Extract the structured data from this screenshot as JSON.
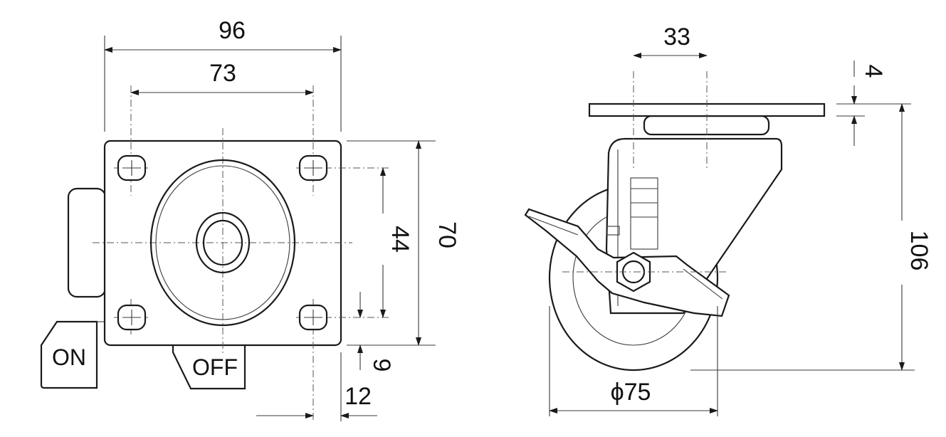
{
  "top_view": {
    "dims": {
      "plate_width": "96",
      "bolt_spacing_x": "73",
      "plate_length": "70",
      "bolt_spacing_y": "44",
      "edge_offset_y": "9",
      "edge_offset_x": "12"
    },
    "lever_labels": {
      "on": "ON",
      "off": "OFF"
    }
  },
  "side_view": {
    "dims": {
      "stem_offset": "33",
      "plate_thickness": "4",
      "total_height": "106",
      "wheel_diameter": "ϕ75"
    }
  }
}
